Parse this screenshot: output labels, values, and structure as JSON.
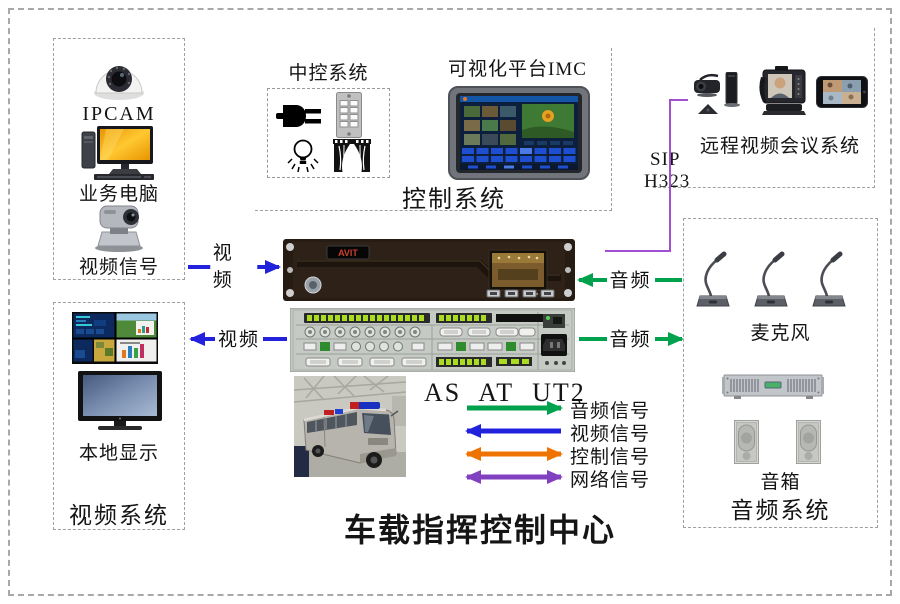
{
  "title": "车载指挥控制中心",
  "video_source_box": {
    "ipcam_label": "IPCAM",
    "pc_label": "业务电脑",
    "signal_label": "视频信号"
  },
  "video_system_box": {
    "display_label": "本地显示",
    "box_label": "视频系统"
  },
  "control_section": {
    "central_control_label": "中控系统",
    "imc_label": "可视化平台IMC",
    "section_label": "控制系统"
  },
  "conference_section": {
    "label": "远程视频会议系统",
    "protocols": [
      "SIP",
      "H323"
    ]
  },
  "audio_system_box": {
    "mic_label": "麦克风",
    "speaker_label": "音箱",
    "box_label": "音频系统"
  },
  "rack": {
    "brand": "AVIT",
    "model_label": "AS AT UT2"
  },
  "flows": {
    "video_label": "视频",
    "audio_label": "音频"
  },
  "legend": {
    "items": [
      {
        "label": "音频信号",
        "color": "#00a24d",
        "direction": "right"
      },
      {
        "label": "视频信号",
        "color": "#2222dd",
        "direction": "left"
      },
      {
        "label": "控制信号",
        "color": "#ee7300",
        "direction": "both"
      },
      {
        "label": "网络信号",
        "color": "#8040c0",
        "direction": "both"
      }
    ]
  },
  "colors": {
    "video_arrow": "#2222dd",
    "audio_arrow": "#00a24d",
    "sip_line": "#a050d0",
    "box_dash": "#a0a0a0"
  }
}
